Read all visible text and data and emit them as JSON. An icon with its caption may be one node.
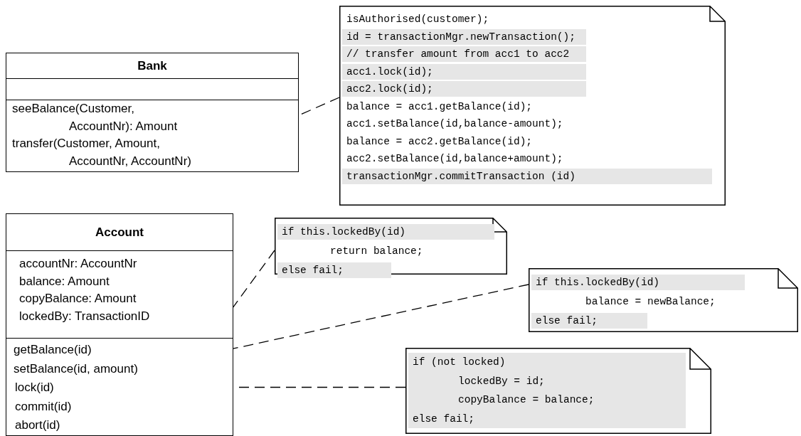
{
  "diagram": {
    "nodes": [
      {
        "text": [
          "Bank"
        ]
      },
      {
        "text": [
          "seeBalance(Customer, AccountNr): Amount"
        ],
        "in": 0
      },
      {
        "text": [
          "transfer(Customer, Amount, AccountNr, AccountNr)"
        ],
        "in": 0
      },
      {
        "text": [
          "isAuthorised(customer);",
          "id = transactionMgr.newTransaction();",
          "// transfer amount from acc1 to acc2",
          "acc1.lock(id);",
          "acc2.lock(id);",
          "balance = acc1.getBalance(id);",
          "acc1.setBalance(id,balance-amount);",
          "balance = acc2.getBalance(id);",
          "acc2.setBalance(id,balance+amount);",
          "transactionMgr.commitTransaction (id)"
        ]
      },
      {
        "text": [
          "Account",
          "accountNr: AccountNr",
          "balance: Amount",
          "copyBalance: Amount",
          "lockedBy: TransactionID"
        ]
      },
      {
        "text": [
          "getBalance(id)"
        ],
        "in": 4
      },
      {
        "text": [
          "setBalance(id, amount)"
        ],
        "in": 4
      },
      {
        "text": [
          "lock(id)"
        ],
        "in": 4
      },
      {
        "text": [
          "commit(id)"
        ],
        "in": 4
      },
      {
        "text": [
          "abort(id)"
        ],
        "in": 4
      },
      {
        "text": [
          "if this.lockedBy(id)",
          "return balance;",
          "else fail;"
        ]
      },
      {
        "text": [
          "if this.lockedBy(id)",
          "balance = newBalance;",
          "else fail;"
        ]
      },
      {
        "text": [
          "if (not locked)",
          "lockedBy = id;",
          "copyBalance = balance;",
          "else fail;"
        ]
      }
    ],
    "edges": [
      {
        "from": 3,
        "to": 2,
        "arrow": "none",
        "style": "dashed"
      },
      {
        "from": 10,
        "to": 5,
        "arrow": "none",
        "style": "dashed"
      },
      {
        "from": 11,
        "to": 6,
        "arrow": "none",
        "style": "dashed"
      },
      {
        "from": 12,
        "to": 7,
        "arrow": "none",
        "style": "dashed"
      }
    ]
  }
}
